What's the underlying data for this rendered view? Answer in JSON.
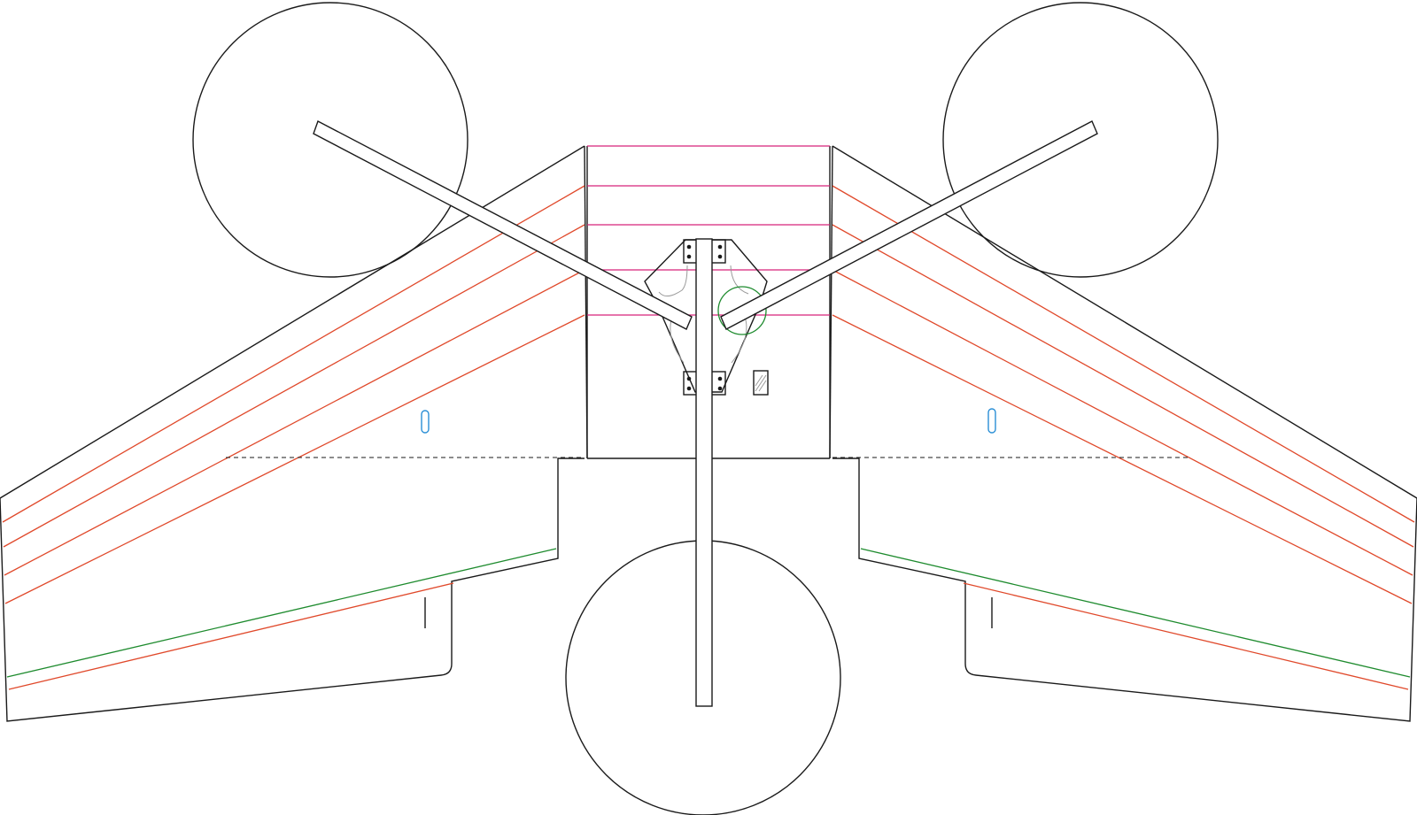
{
  "colors": {
    "outline": "#1a1a1a",
    "cut_red": "#e0492b",
    "fold_magenta": "#d6237a",
    "bevel_green": "#1e8b2e",
    "slot_blue": "#2a8fd6",
    "guide_gray": "#9a9a9a",
    "background": "#ffffff"
  },
  "parts": {
    "left_wing": "left-wing-panel",
    "right_wing": "right-wing-panel",
    "center_section": "center-fuselage-panel",
    "motor_mount": "motor-mount-plate",
    "rotor_front_left": "rotor-disc",
    "rotor_front_right": "rotor-disc",
    "rotor_rear": "rotor-disc"
  }
}
